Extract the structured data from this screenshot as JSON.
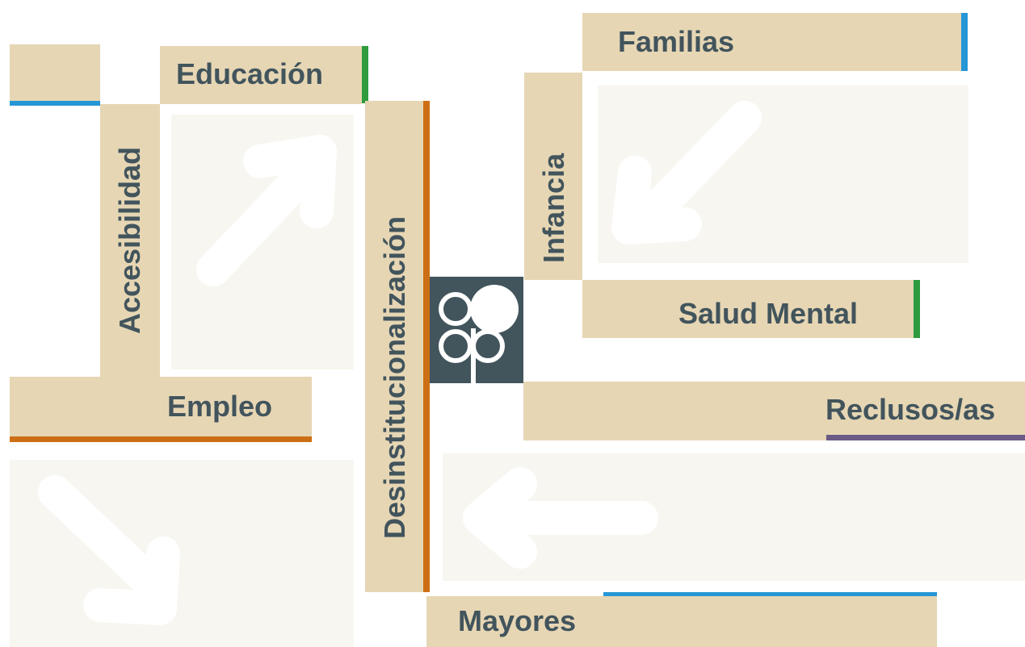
{
  "tiles": {
    "educacion": "Educación",
    "accesibilidad": "Accesibilidad",
    "empleo": "Empleo",
    "desinstitucionalizacion": "Desinstitucionalización",
    "familias": "Familias",
    "infancia": "Infancia",
    "salud_mental": "Salud Mental",
    "reclusos": "Reclusos/as",
    "mayores": "Mayores"
  },
  "colors": {
    "tile": "#e6d6b4",
    "panel": "#f8f6f0",
    "text": "#42545c",
    "blue": "#2596d6",
    "green": "#2e9b3e",
    "orange": "#cc6f14",
    "purple": "#6b5a86",
    "logo_bg": "#42545c"
  },
  "icons": [
    "arrow-up-right-icon",
    "arrow-down-left-icon",
    "arrow-down-right-icon",
    "arrow-left-icon",
    "clover-logo-icon"
  ]
}
